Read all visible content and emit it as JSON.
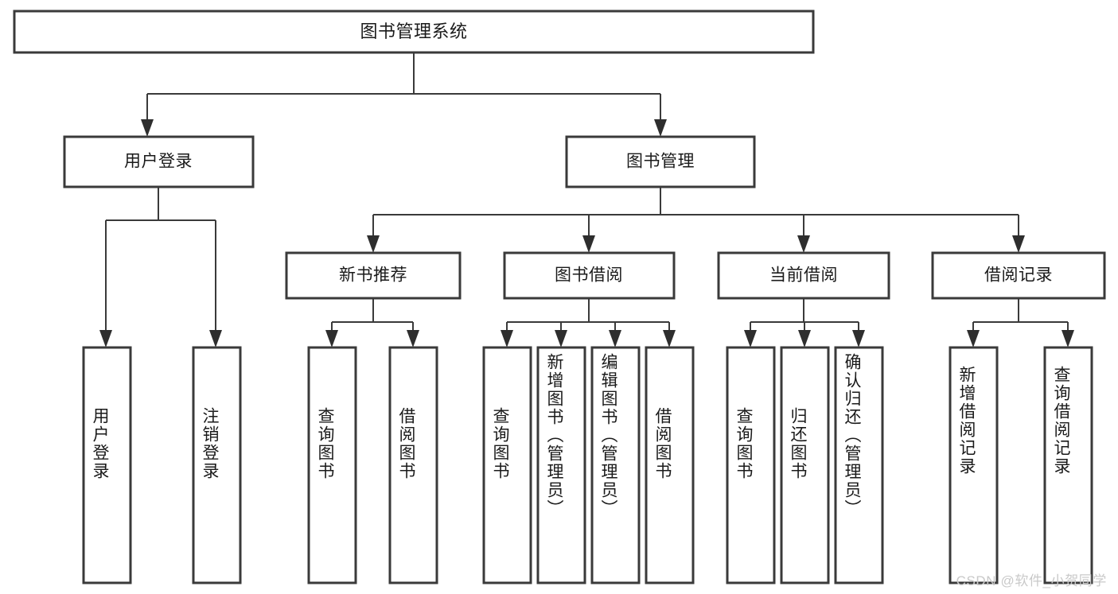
{
  "diagram": {
    "type": "tree-hierarchy-diagram",
    "title": "图书管理系统",
    "orientation": "top-down",
    "colors": {
      "box_fill": "#ffffff",
      "box_stroke": "#3a3a3a",
      "connector": "#3a3a3a",
      "text": "#1a1a1a",
      "background": "#ffffff",
      "watermark": "#c9c9c9"
    }
  },
  "root": {
    "label": "图书管理系统"
  },
  "level2": [
    {
      "label": "用户登录"
    },
    {
      "label": "图书管理"
    }
  ],
  "level3": [
    {
      "label": "新书推荐"
    },
    {
      "label": "图书借阅"
    },
    {
      "label": "当前借阅"
    },
    {
      "label": "借阅记录"
    }
  ],
  "leaves": {
    "user_login": [
      {
        "label": "用户登录"
      },
      {
        "label": "注销登录"
      }
    ],
    "new_book_recommend": [
      {
        "label": "查询图书"
      },
      {
        "label": "借阅图书"
      }
    ],
    "book_borrow": [
      {
        "label": "查询图书"
      },
      {
        "label": "新增图书（管理员）"
      },
      {
        "label": "编辑图书（管理员）"
      },
      {
        "label": "借阅图书"
      }
    ],
    "current_borrow": [
      {
        "label": "查询图书"
      },
      {
        "label": "归还图书"
      },
      {
        "label": "确认归还（管理员）"
      }
    ],
    "borrow_record": [
      {
        "label": "新增借阅记录"
      },
      {
        "label": "查询借阅记录"
      }
    ]
  },
  "watermark": {
    "text": "CSDN @软件_小贺同学"
  }
}
